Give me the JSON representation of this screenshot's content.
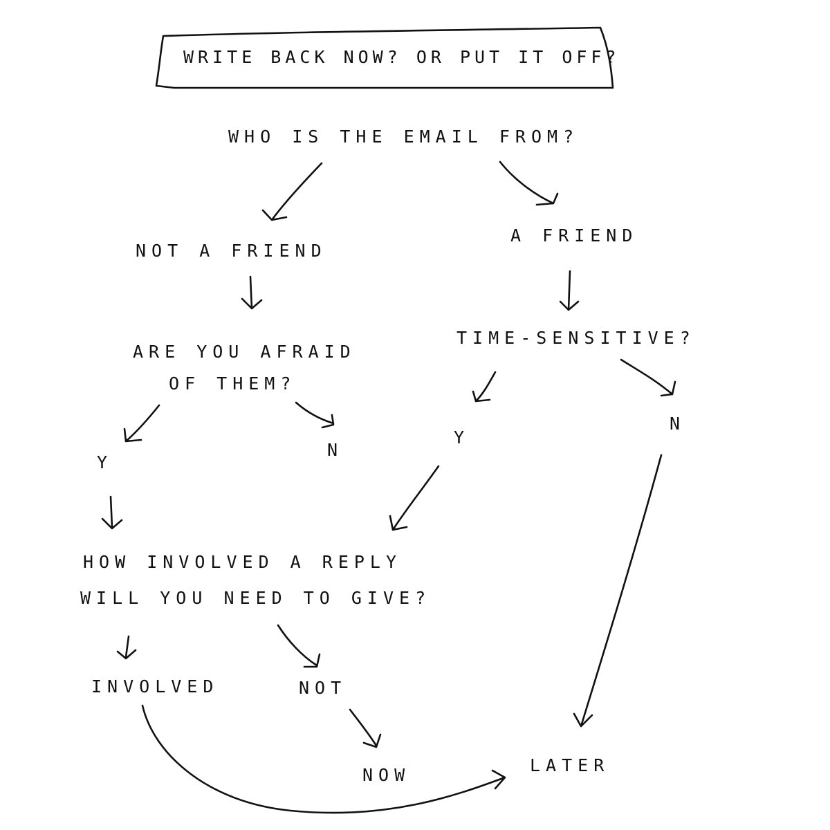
{
  "title": "WRITE BACK NOW? OR PUT IT OFF?",
  "question_sender": "WHO IS THE EMAIL FROM?",
  "not_friend": "NOT A FRIEND",
  "friend": "A FRIEND",
  "afraid_line1": "ARE YOU AFRAID",
  "afraid_line2": "OF THEM?",
  "time_sensitive": "TIME-SENSITIVE?",
  "afraid_yes": "Y",
  "afraid_no": "N",
  "time_yes": "Y",
  "time_no": "N",
  "involved_line1": "HOW INVOLVED A REPLY",
  "involved_line2": "WILL YOU NEED TO GIVE?",
  "involved": "INVOLVED",
  "not_involved": "NOT",
  "now": "NOW",
  "later": "LATER",
  "ink_color": "#111111"
}
